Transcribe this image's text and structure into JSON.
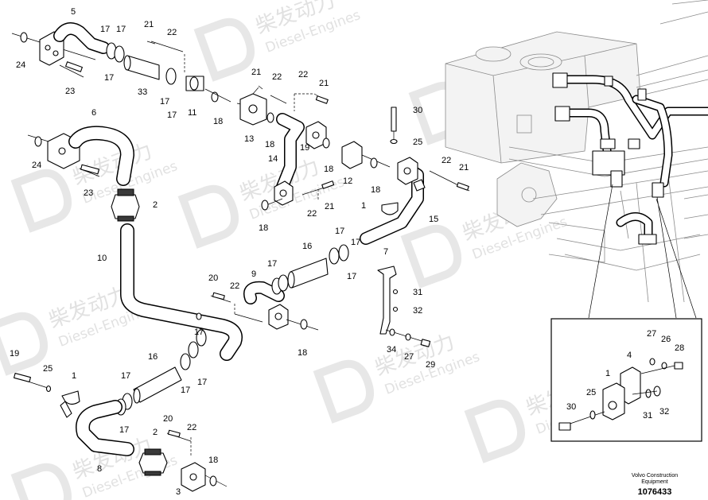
{
  "watermark": {
    "brand_cn": "柴发动力",
    "brand_en": "Diesel-Engines"
  },
  "callouts": {
    "c_5": "5",
    "c_17a": "17",
    "c_17b": "17",
    "c_21a": "21",
    "c_22a": "22",
    "c_24a": "24",
    "c_17c": "17",
    "c_23a": "23",
    "c_33": "33",
    "c_17d": "17",
    "c_17e": "17",
    "c_11": "11",
    "c_18a": "18",
    "c_21b": "21",
    "c_22b": "22",
    "c_22c": "22",
    "c_21c": "21",
    "c_13": "13",
    "c_18b": "18",
    "c_14": "14",
    "c_19b": "19",
    "c_18c": "18",
    "c_12": "12",
    "c_6": "6",
    "c_24b": "24",
    "c_23b": "23",
    "c_2a": "2",
    "c_22d": "22",
    "c_21d": "21",
    "c_18d": "18",
    "c_1a": "1",
    "c_15": "15",
    "c_30": "30",
    "c_25a": "25",
    "c_22e": "22",
    "c_21e": "21",
    "c_10": "10",
    "c_16a": "16",
    "c_17f": "17",
    "c_17g": "17",
    "c_17h": "17",
    "c_7": "7",
    "c_9": "9",
    "c_17i": "17",
    "c_20a": "20",
    "c_22f": "22",
    "c_31a": "31",
    "c_32a": "32",
    "c_18e": "18",
    "c_34": "34",
    "c_27a": "27",
    "c_29": "29",
    "c_19": "19",
    "c_25b": "25",
    "c_1b": "1",
    "c_16b": "16",
    "c_17j": "17",
    "c_17k": "17",
    "c_17l": "17",
    "c_17m": "17",
    "c_20b": "20",
    "c_22g": "22",
    "c_2b": "2",
    "c_18f": "18",
    "c_8": "8",
    "c_17n": "17",
    "c_3": "3",
    "d_27": "27",
    "d_26": "26",
    "d_28": "28",
    "d_4": "4",
    "d_1": "1",
    "d_25": "25",
    "d_30": "30",
    "d_31": "31",
    "d_32": "32"
  },
  "footer": {
    "line1": "Volvo Construction",
    "line2": "Equipment",
    "drawing_number": "1076433"
  }
}
